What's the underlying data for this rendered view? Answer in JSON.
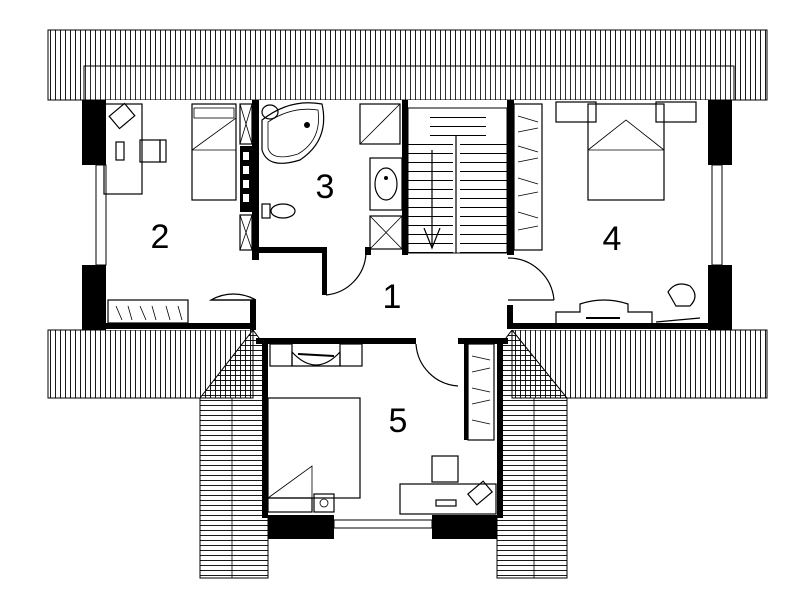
{
  "floor_plan": {
    "rooms": [
      {
        "id": "room-1",
        "label": "1"
      },
      {
        "id": "room-2",
        "label": "2"
      },
      {
        "id": "room-3",
        "label": "3"
      },
      {
        "id": "room-4",
        "label": "4"
      },
      {
        "id": "room-5",
        "label": "5"
      }
    ],
    "colors": {
      "line": "#000000",
      "background": "#ffffff"
    }
  }
}
